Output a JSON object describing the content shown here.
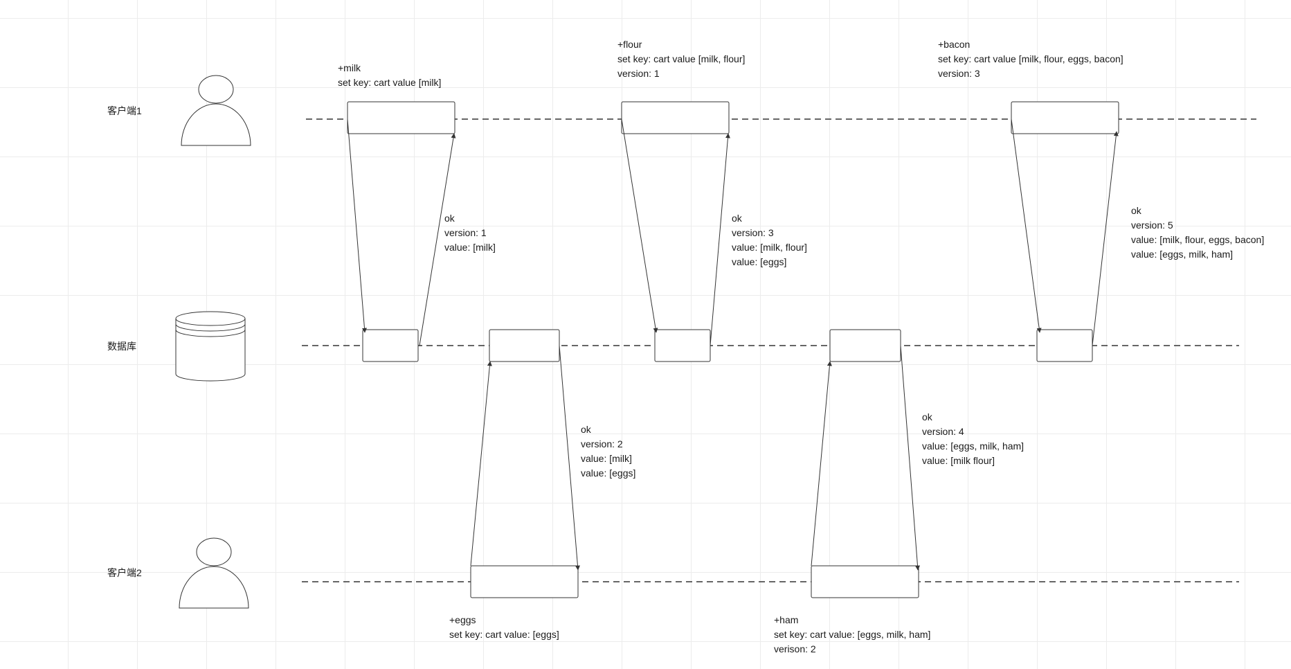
{
  "actors": {
    "client1": {
      "label": "客户端1",
      "icon": "person-icon"
    },
    "database": {
      "label": "数据库",
      "icon": "database-icon"
    },
    "client2": {
      "label": "客户端2",
      "icon": "person-icon"
    }
  },
  "notes": {
    "milk_request": [
      "+milk",
      "set key: cart value [milk]"
    ],
    "milk_response": [
      "ok",
      "version: 1",
      "value: [milk]"
    ],
    "flour_request": [
      "+flour",
      "set key: cart value [milk, flour]",
      "version: 1"
    ],
    "flour_response": [
      "ok",
      "version: 3",
      "value: [milk, flour]",
      "value: [eggs]"
    ],
    "bacon_request": [
      "+bacon",
      "set key: cart value [milk, flour, eggs, bacon]",
      "version: 3"
    ],
    "bacon_response": [
      "ok",
      "version: 5",
      "value: [milk, flour, eggs, bacon]",
      "value: [eggs, milk, ham]"
    ],
    "eggs_response": [
      "ok",
      "version: 2",
      "value: [milk]",
      "value: [eggs]"
    ],
    "ham_response": [
      "ok",
      "version: 4",
      "value: [eggs, milk, ham]",
      "value: [milk flour]"
    ],
    "eggs_request": [
      "+eggs",
      "set key: cart value: [eggs]"
    ],
    "ham_request": [
      "+ham",
      "set key: cart value: [eggs, milk, ham]",
      "verison: 2"
    ]
  },
  "colors": {
    "line": "#333333",
    "grid": "#ececec",
    "text": "#1a1a1a"
  }
}
